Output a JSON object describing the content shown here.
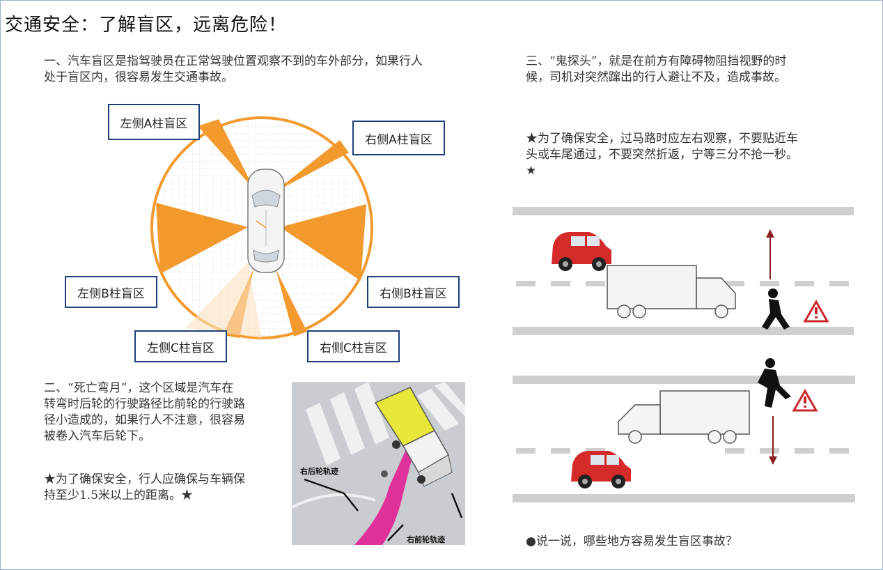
{
  "title": "交通安全：了解盲区，远离危险！",
  "section1": {
    "text_line1": "一、汽车盲区是指驾驶员在正常驾驶位置观察不到的车外部分，如果行人",
    "text_line2": "处于盲区内，很容易发生交通事故。"
  },
  "blindspot_labels": {
    "left_a": "左侧A柱盲区",
    "right_a": "右侧A柱盲区",
    "left_b": "左侧B柱盲区",
    "right_b": "右侧B柱盲区",
    "left_c": "左侧C柱盲区",
    "right_c": "右侧C柱盲区"
  },
  "section2": {
    "lines": [
      "二、“死亡弯月”，这个区域是汽车在",
      "转弯时后轮的行驶路径比前轮的行驶路",
      "径小造成的，如果行人不注意，很容易",
      "被卷入汽车后轮下。"
    ],
    "tip_lines": [
      "★为了确保安全，行人应确保与车辆保",
      "持至少1.5米以上的距离。★"
    ]
  },
  "turn_image": {
    "rear_label": "右后轮轨迹",
    "front_label": "右前轮轨迹"
  },
  "section3": {
    "lines": [
      "三、“鬼探头”，就是在前方有障碍物阻挡视野的时",
      "候，司机对突然蹿出的行人避让不及，造成事故。"
    ],
    "tip_lines": [
      "★为了确保安全，过马路时应左右观察，不要贴近车",
      "头或车尾通过，不要突然折返，宁等三分不抢一秒。",
      "★"
    ]
  },
  "question": "●说一说，哪些地方容易发生盲区事故？",
  "colors": {
    "orange": "#f39a2e",
    "label_border": "#1f3f79",
    "red_car": "#d42a2a",
    "magenta": "#e0319a",
    "truck_yellow": "#e8e83a"
  }
}
